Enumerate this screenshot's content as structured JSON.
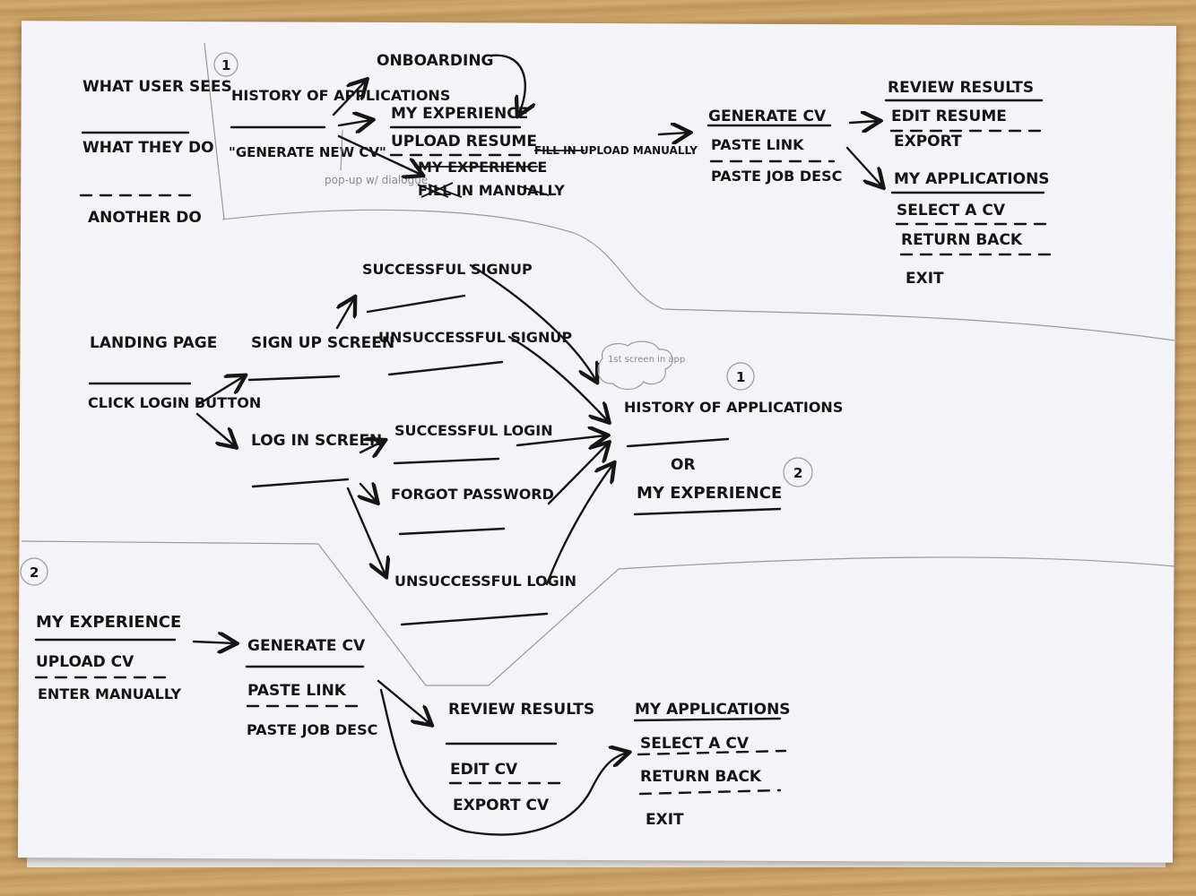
{
  "legend": {
    "what_user_sees": "WHAT USER SEES",
    "what_they_do": "WHAT THEY DO",
    "another_do": "ANOTHER DO"
  },
  "flow1": {
    "marker": "1",
    "history": "HISTORY OF APPLICATIONS",
    "generate_new": "\"GENERATE NEW CV\"",
    "popup_note": "pop-up w/ dialogue",
    "onboarding": "ONBOARDING",
    "my_experience": "MY EXPERIENCE",
    "upload_resume": "UPLOAD RESUME",
    "fill_in_manually": "FILL IN UPLOAD MANUALLY",
    "crossed_1": "MY EXPERIENCE",
    "crossed_2": "FILL IN MANUALLY",
    "generate_cv": "GENERATE CV",
    "paste_link": "PASTE LINK",
    "paste_job_desc": "PASTE JOB DESC",
    "review_results": "REVIEW RESULTS",
    "edit_resume": "EDIT RESUME",
    "export": "EXPORT",
    "my_applications": "MY APPLICATIONS",
    "select_cv": "SELECT A CV",
    "return_back": "RETURN BACK",
    "exit": "EXIT"
  },
  "auth": {
    "landing_page": "LANDING PAGE",
    "click_login": "CLICK LOGIN BUTTON",
    "signup_screen": "SIGN UP SCREEN",
    "login_screen": "LOG IN SCREEN",
    "successful_signup": "SUCCESSFUL SIGNUP",
    "unsuccessful_signup": "UNSUCCESSFUL SIGNUP",
    "successful_login": "SUCCESSFUL LOGIN",
    "forgot_password": "FORGOT PASSWORD",
    "unsuccessful_login": "UNSUCCESSFUL LOGIN",
    "first_screen_note": "1st screen in app",
    "history": "HISTORY OF APPLICATIONS",
    "or": "OR",
    "my_experience": "MY EXPERIENCE",
    "marker_1": "1",
    "marker_2": "2"
  },
  "flow2": {
    "marker": "2",
    "my_experience": "MY EXPERIENCE",
    "upload_cv": "UPLOAD CV",
    "enter_manually": "ENTER MANUALLY",
    "generate_cv": "GENERATE CV",
    "paste_link": "PASTE LINK",
    "paste_job_desc": "PASTE JOB DESC",
    "review_results": "REVIEW RESULTS",
    "edit_cv": "EDIT CV",
    "export_cv": "EXPORT CV",
    "my_applications": "MY APPLICATIONS",
    "select_cv": "SELECT A CV",
    "return_back": "RETURN BACK",
    "exit": "EXIT"
  },
  "colors": {
    "ink": "#151515",
    "pencil": "#8a8a8a",
    "paper": "#f4f3f7"
  }
}
